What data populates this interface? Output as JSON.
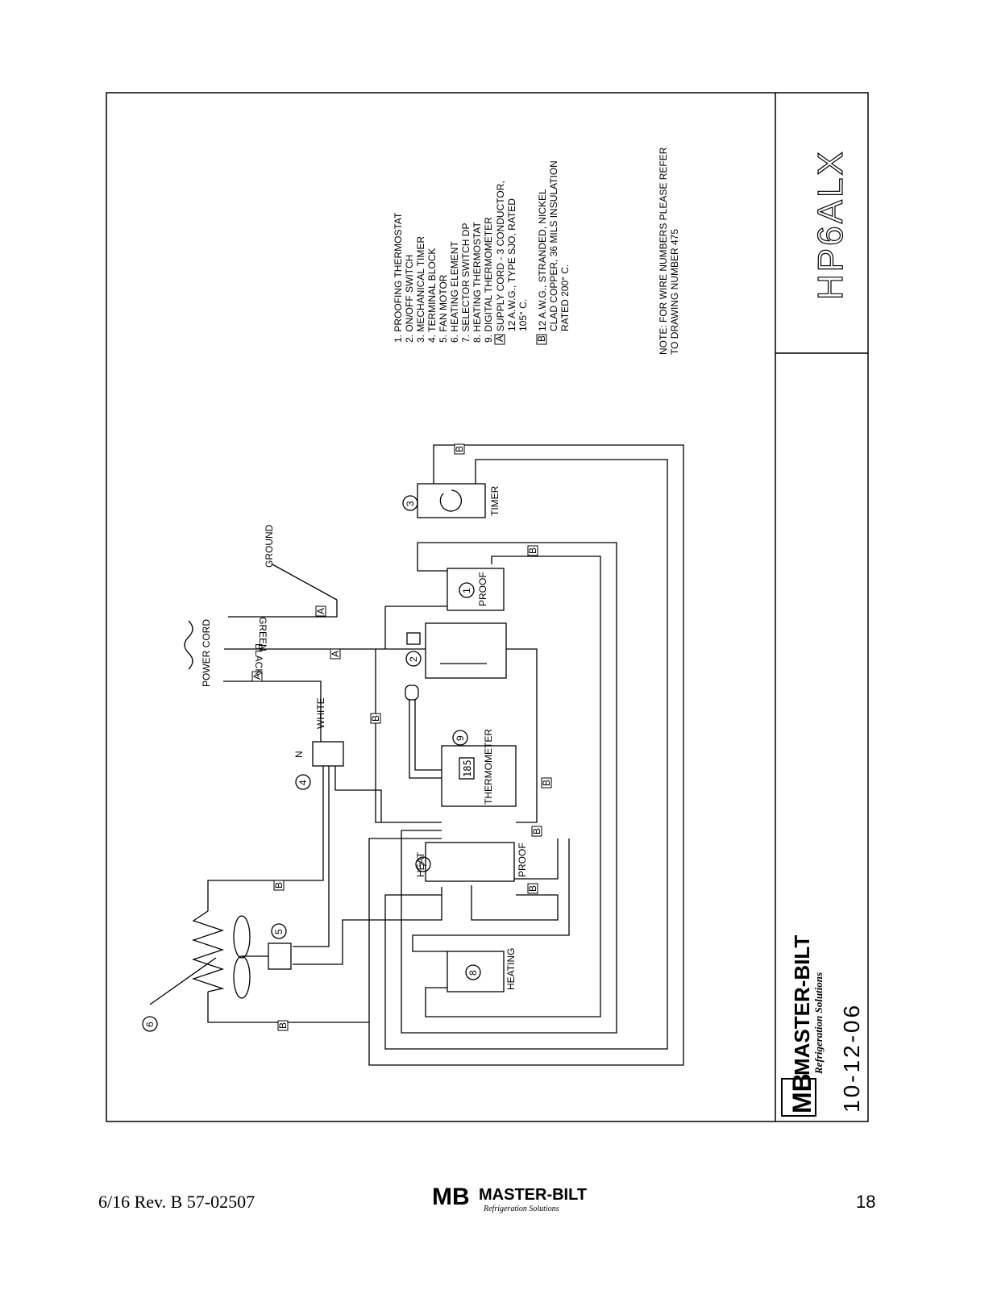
{
  "drawing": {
    "model": "HP6ALX",
    "date": "10-12-06",
    "brand": "MASTER-BILT",
    "brand_initials": "MB",
    "tagline": "Refrigeration Solutions",
    "legend": [
      "1. PROOFING THERMOSTAT",
      "2. ON/OFF SWITCH",
      "3. MECHANICAL TIMER",
      "4. TERMINAL BLOCK",
      "5. FAN MOTOR",
      "6. HEATING ELEMENT",
      "7. SELECTOR SWITCH DP",
      "8. HEATING THERMOSTAT",
      "9. DIGITAL THERMOMETER"
    ],
    "note_a_key": "A",
    "note_a": [
      "SUPPLY CORD - 3 CONDUCTOR,",
      "12 A.W.G., TYPE SJO, RATED",
      "105° C."
    ],
    "note_b_key": "B",
    "note_b": [
      "12 A.W.G., STRANDED, NICKEL",
      "CLAD COPPER, 36 MILS INSULATION",
      "RATED 200° C."
    ],
    "note": [
      "NOTE: FOR WIRE NUMBERS PLEASE REFER",
      "TO DRAWING NUMBER 475"
    ],
    "labels": {
      "power_cord": "POWER CORD",
      "green": "GREEN",
      "black": "BLACK",
      "white": "WHITE",
      "ground": "GROUND",
      "timer": "TIMER",
      "proof": "PROOF",
      "thermometer": "THERMOMETER",
      "thermo_display": "185",
      "heat": "HEAT",
      "heating": "HEATING",
      "n": "N",
      "tag_a": "A",
      "tag_b": "B",
      "c1": "1",
      "c2": "2",
      "c3": "3",
      "c4": "4",
      "c5": "5",
      "c6": "6",
      "c7": "7",
      "c8": "8",
      "c9": "9"
    }
  },
  "footer": {
    "revision": "6/16  Rev.  B  57-02507",
    "page": "18",
    "brand": "MASTER-BILT",
    "brand_initials": "MB",
    "tagline": "Refrigeration Solutions"
  }
}
